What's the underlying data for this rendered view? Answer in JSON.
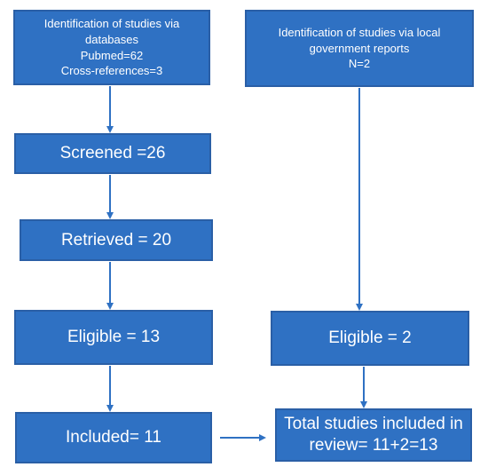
{
  "boxes": {
    "databases": {
      "title": "Identification of studies via databases",
      "pubmed": "Pubmed=62",
      "cross_refs": "Cross-references=3"
    },
    "gov_reports": {
      "title": "Identification of studies via local government reports",
      "n": "N=2"
    },
    "screened": "Screened =26",
    "retrieved": "Retrieved = 20",
    "eligible_left": "Eligible = 13",
    "eligible_right": "Eligible = 2",
    "included": "Included= 11",
    "total": "Total studies included in review= 11+2=13"
  },
  "colors": {
    "box_fill": "#2f71c3",
    "box_border": "#2a5fa6",
    "arrow": "#2f71c3",
    "text": "#ffffff"
  }
}
